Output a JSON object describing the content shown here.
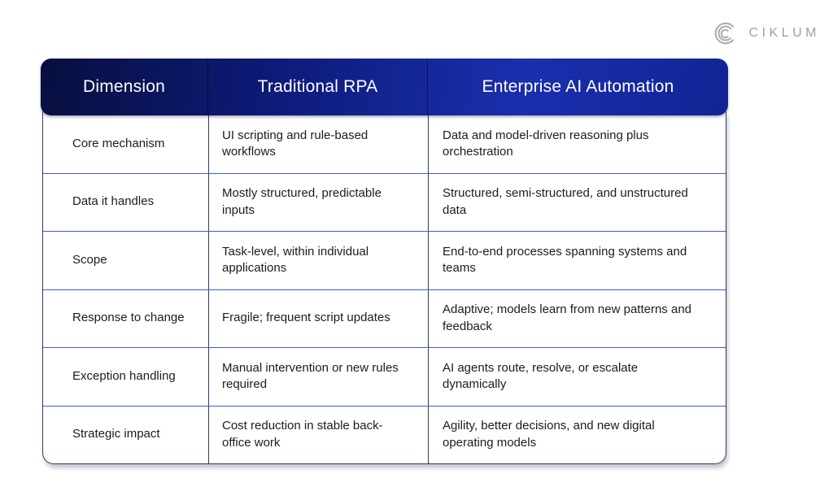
{
  "logo": {
    "brand": "CIKLUM",
    "icon": "ciklum-concentric-c-icon",
    "color": "#9aa0a6"
  },
  "table": {
    "columns": [
      {
        "label": "Dimension"
      },
      {
        "label": "Traditional RPA"
      },
      {
        "label": "Enterprise AI Automation"
      }
    ],
    "rows": [
      {
        "dimension": "Core mechanism",
        "rpa": "UI scripting and rule-based workflows",
        "ai": "Data and model-driven reasoning plus orchestration"
      },
      {
        "dimension": "Data it handles",
        "rpa": "Mostly structured, predictable inputs",
        "ai": "Structured, semi-structured, and unstructured data"
      },
      {
        "dimension": "Scope",
        "rpa": "Task-level, within individual applications",
        "ai": "End-to-end processes spanning systems and teams"
      },
      {
        "dimension": "Response to change",
        "rpa": "Fragile; frequent script updates",
        "ai": "Adaptive; models learn from new patterns and feedback"
      },
      {
        "dimension": "Exception handling",
        "rpa": "Manual intervention or new rules required",
        "ai": "AI agents route, resolve, or escalate dynamically"
      },
      {
        "dimension": "Strategic impact",
        "rpa": "Cost reduction in stable back-office work",
        "ai": "Agility, better decisions, and new digital operating models"
      }
    ],
    "colors": {
      "header_gradient_start": "#070f3f",
      "header_gradient_end": "#1a2fae",
      "header_text": "#ffffff",
      "row_divider": "#3f5bd9",
      "col_divider": "#2e3d5e",
      "outer_border": "#2e3d5e",
      "body_text": "#1c1c1c"
    }
  }
}
